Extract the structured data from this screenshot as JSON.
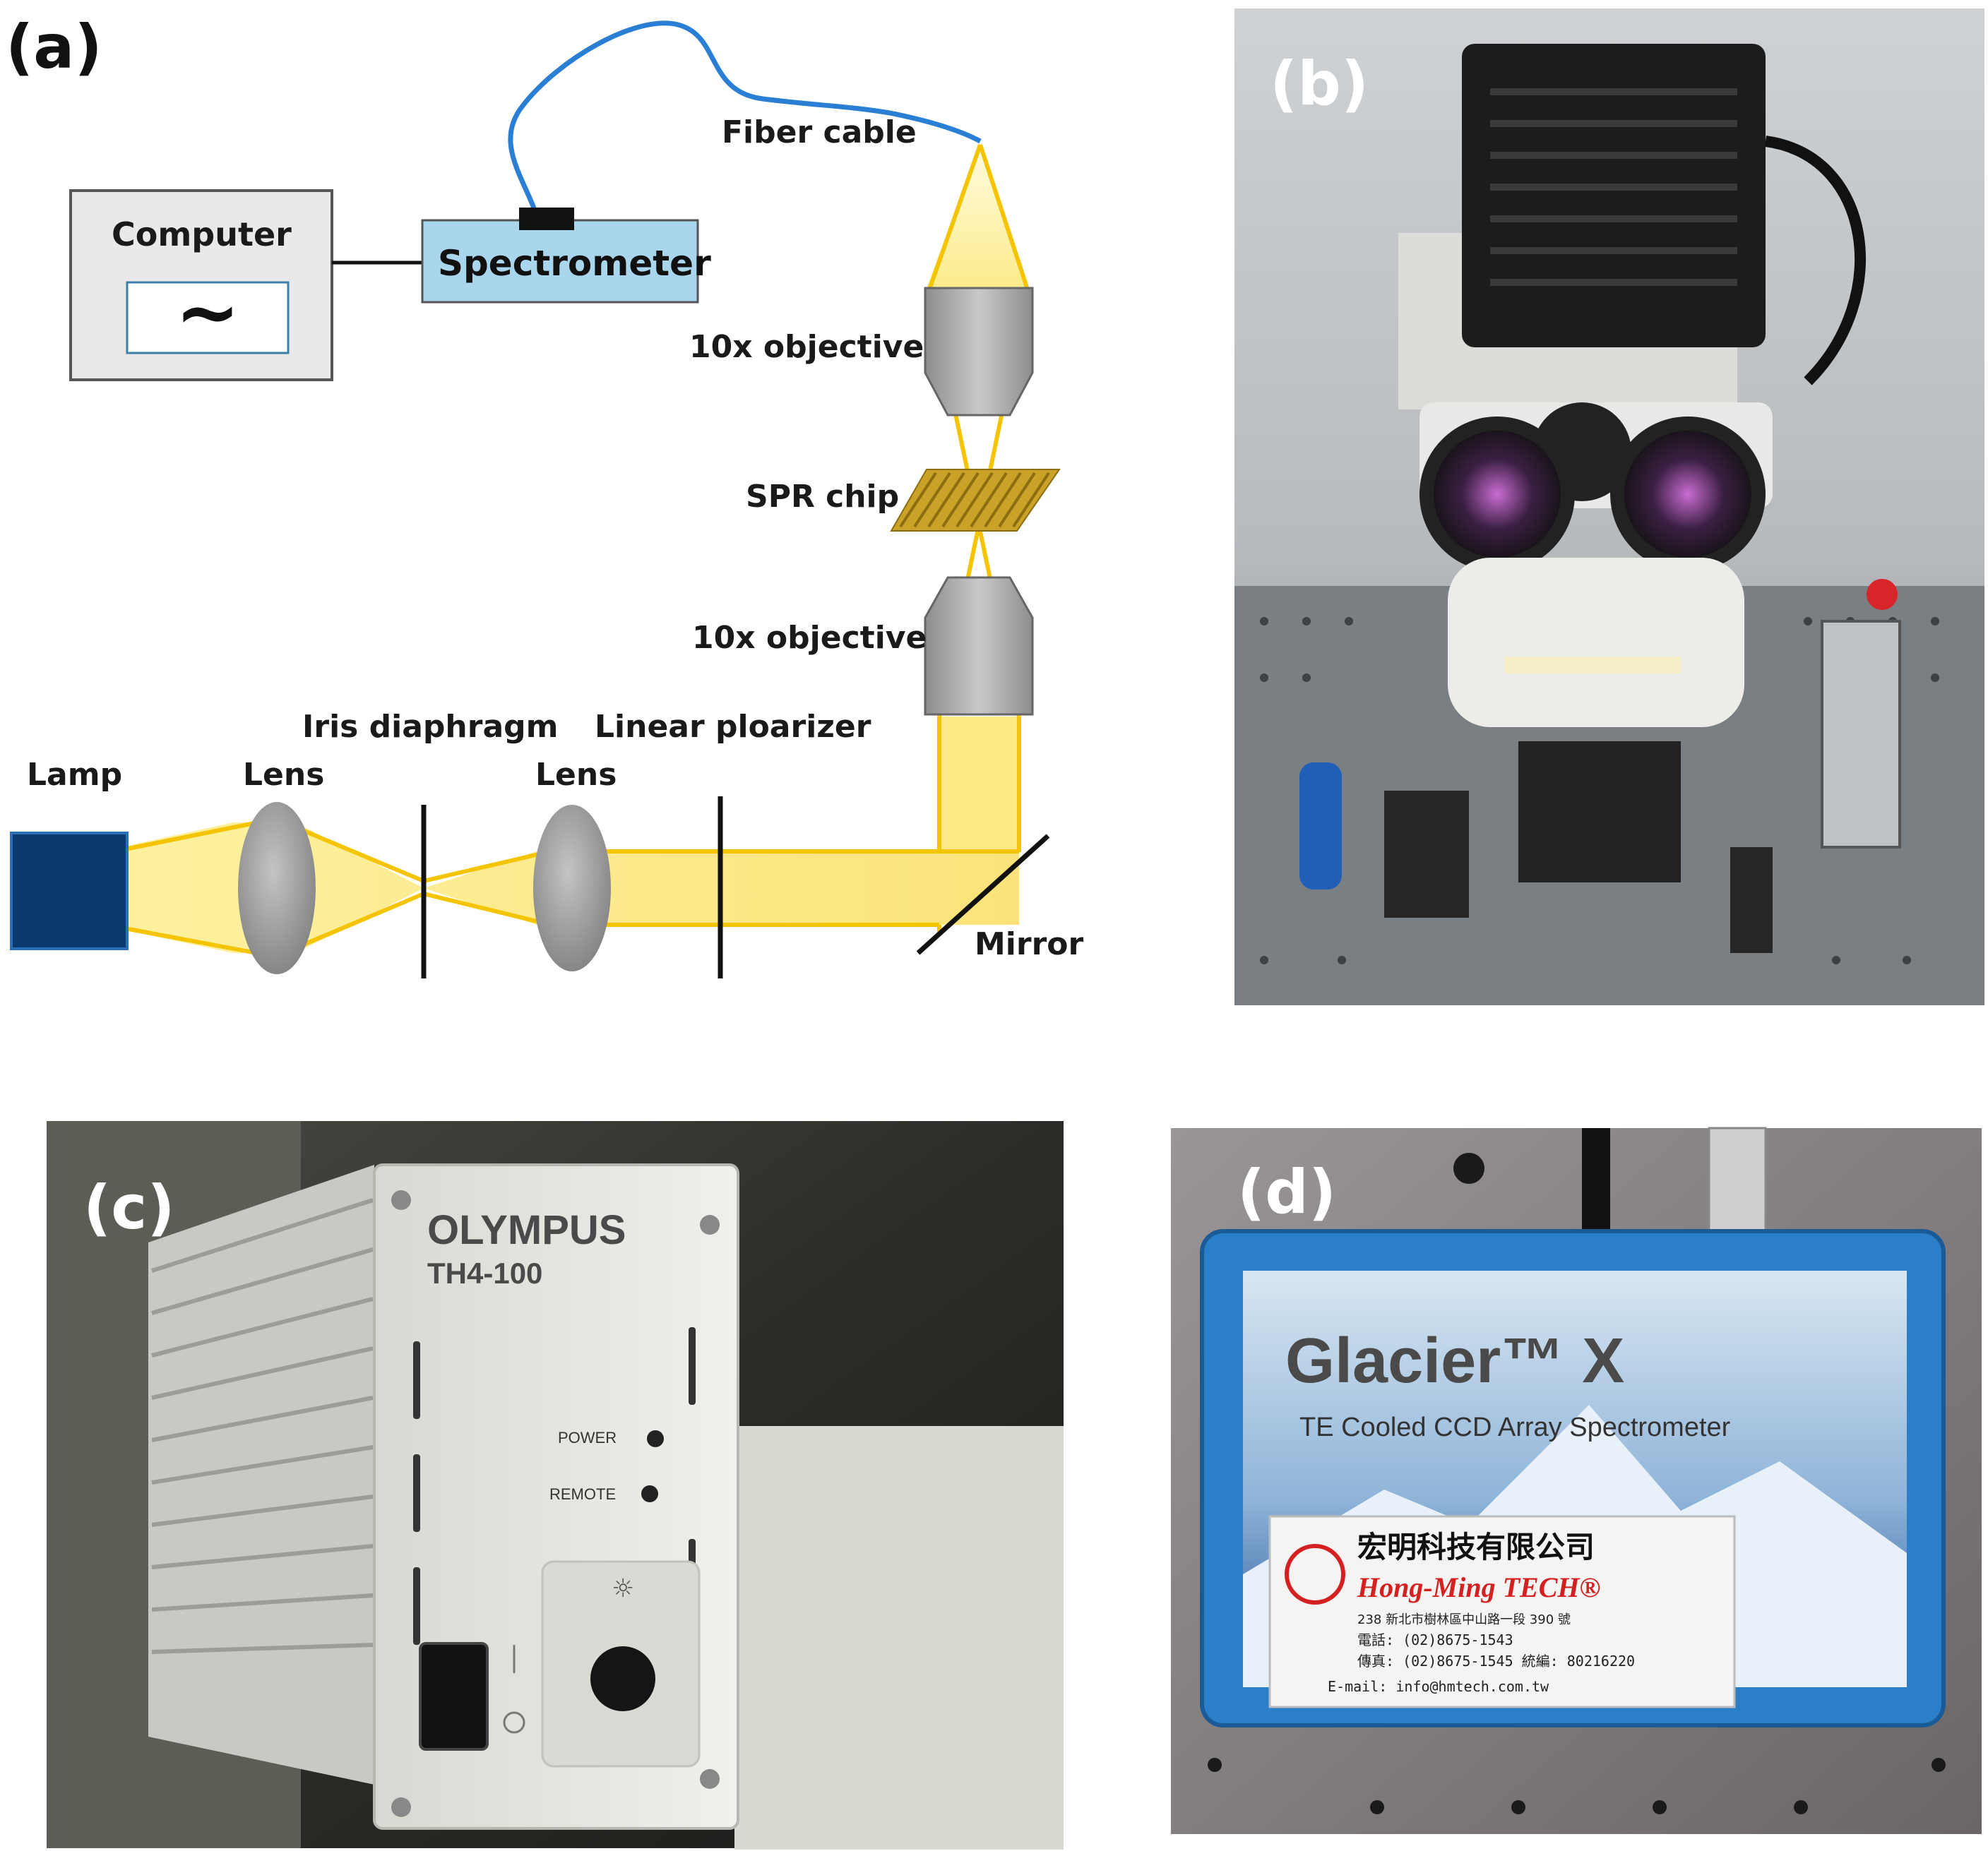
{
  "panels": {
    "a": {
      "letter": "(a)",
      "labels": {
        "fiber_cable": "Fiber cable",
        "computer": "Computer",
        "computer_screen_glyph": "~",
        "spectrometer": "Spectrometer",
        "objective_top": "10x objective",
        "spr_chip": "SPR chip",
        "objective_bottom": "10x objective",
        "iris_diaphragm": "Iris diaphragm",
        "linear_polarizer": "Linear ploarizer",
        "lamp": "Lamp",
        "lens_left": "Lens",
        "lens_right": "Lens",
        "mirror": "Mirror"
      }
    },
    "b": {
      "letter": "(b)"
    },
    "c": {
      "letter": "(c)",
      "brand": "OLYMPUS",
      "model": "TH4-100",
      "power": "POWER",
      "remote": "REMOTE"
    },
    "d": {
      "letter": "(d)",
      "product": "Glacier™ X",
      "subtitle": "TE Cooled CCD Array Spectrometer",
      "company_cn": "宏明科技有限公司",
      "company_en": "Hong-Ming TECH®",
      "address": "238 新北市樹林區中山路一段 390 號",
      "phone": "電話: (02)8675-1543",
      "fax": "傳真: (02)8675-1545 統編: 80216220",
      "email": "E-mail: info@hmtech.com.tw"
    }
  },
  "colors": {
    "beam": "#f5c400",
    "beam_fill": "#fdf3a8",
    "fiber": "#2a7fd4",
    "spectrometer_fill": "#a9d6ec",
    "lamp_fill": "#0b3a6e",
    "lens_fill": "#9a9a9a",
    "objective_fill": "#a8a8a8",
    "chip_fill": "#c9a227",
    "computer_fill": "#e9e9e9"
  }
}
